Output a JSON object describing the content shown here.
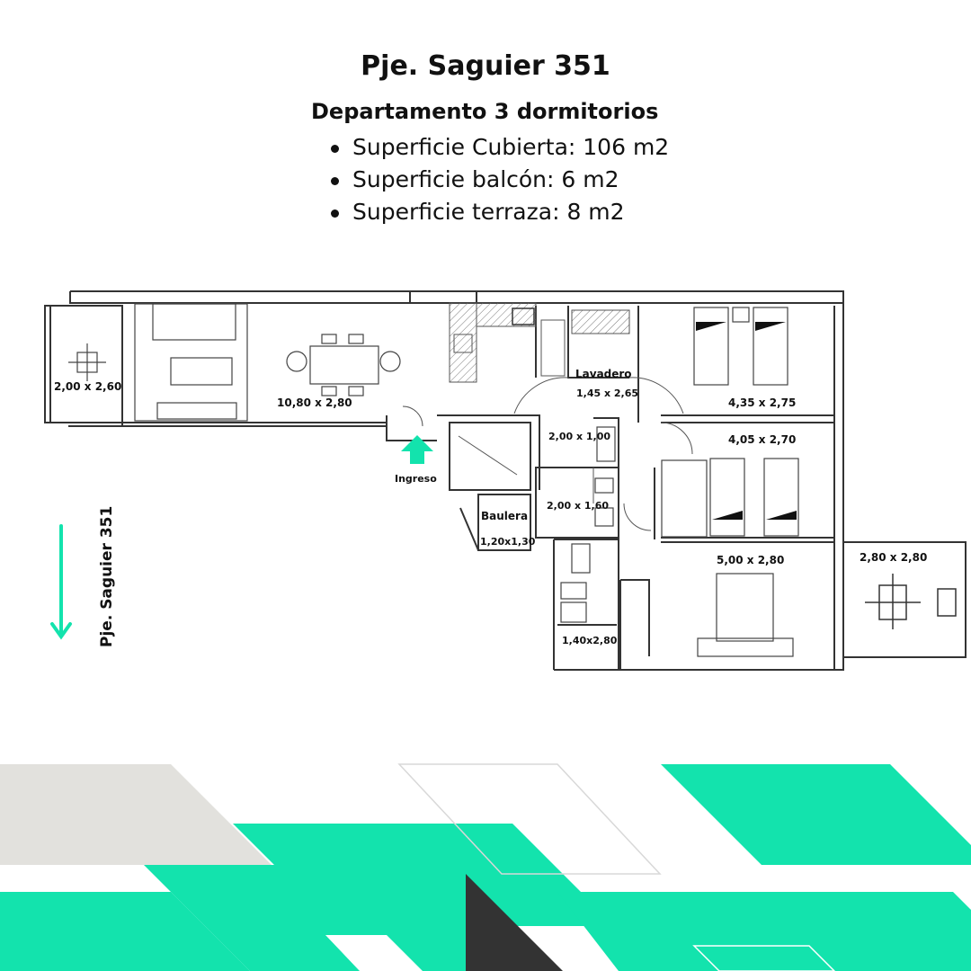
{
  "header": {
    "title": "Pje. Saguier 351",
    "subtitle": "Departamento 3 dormitorios",
    "features": [
      "Superficie Cubierta: 106 m2",
      "Superficie balcón: 6 m2",
      "Superficie terraza: 8 m2"
    ]
  },
  "plan": {
    "rooms": {
      "balcony": "2,00 x 2,60",
      "living": "10,80 x 2,80",
      "laundry_name": "Lavadero",
      "laundry_size": "1,45 x 2,65",
      "bedroom_1": "4,35 x 2,75",
      "hall": "2,00 x 1,00",
      "bedroom_2": "4,05 x 2,70",
      "entrance": "Ingreso",
      "storage_name": "Baulera",
      "storage_size": "1,20x1,30",
      "bathroom_1": "2,00 x 1,60",
      "bedroom_3": "5,00 x 2,80",
      "terrace": "2,80 x 2,80",
      "bathroom_2": "1,40x2,80"
    },
    "street": "Pje. Saguier 351"
  },
  "colors": {
    "accent": "#13e3ad",
    "grey": "#e2e1dd",
    "dark": "#333333",
    "wall": "#333333"
  }
}
